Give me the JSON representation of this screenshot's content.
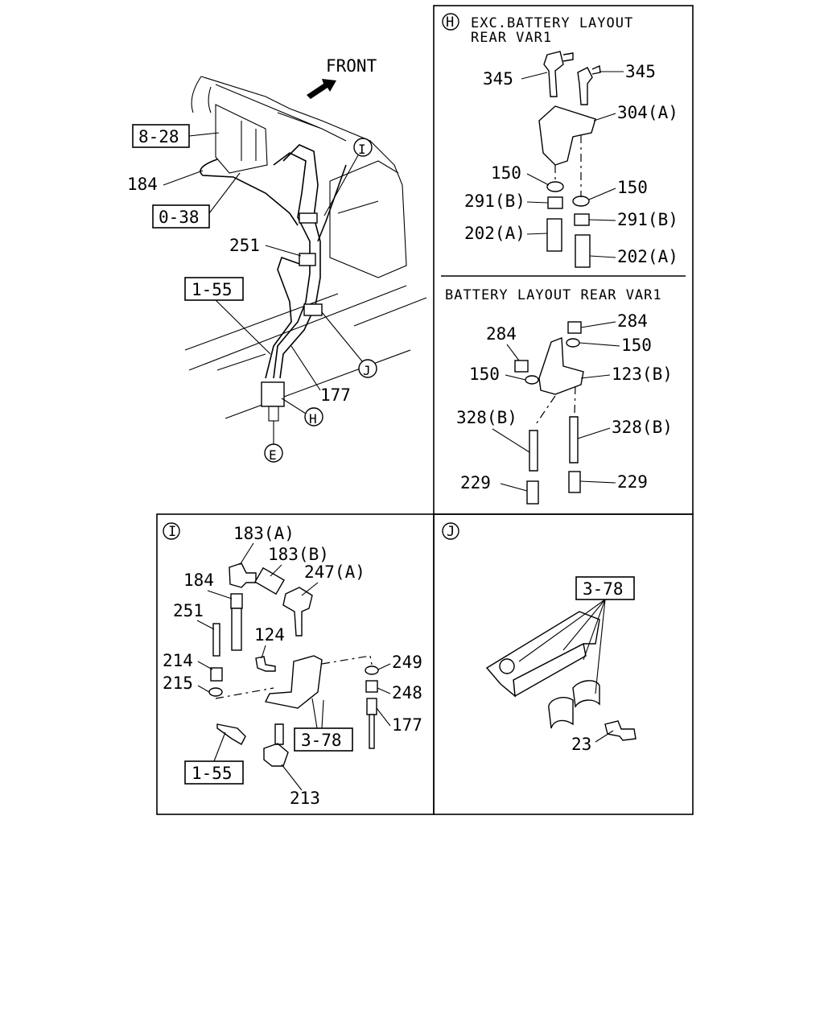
{
  "overview": {
    "front_label": "FRONT",
    "callouts": [
      {
        "id": "ov-8-28",
        "text": "8-28",
        "boxed": true
      },
      {
        "id": "ov-184",
        "text": "184",
        "boxed": false
      },
      {
        "id": "ov-0-38",
        "text": "0-38",
        "boxed": true
      },
      {
        "id": "ov-251",
        "text": "251",
        "boxed": false
      },
      {
        "id": "ov-1-55",
        "text": "1-55",
        "boxed": true
      },
      {
        "id": "ov-177",
        "text": "177",
        "boxed": false
      }
    ],
    "circle_refs": [
      "I",
      "J",
      "H",
      "E"
    ]
  },
  "panel_h": {
    "ref": "H",
    "title_line1": "EXC.BATTERY LAYOUT",
    "title_line2": "REAR VAR1",
    "labels": [
      "345",
      "345",
      "304(A)",
      "150",
      "150",
      "291(B)",
      "291(B)",
      "202(A)",
      "202(A)"
    ]
  },
  "panel_battery": {
    "title": "BATTERY LAYOUT REAR VAR1",
    "labels": [
      "284",
      "284",
      "150",
      "150",
      "123(B)",
      "328(B)",
      "328(B)",
      "229",
      "229"
    ]
  },
  "panel_i": {
    "ref": "I",
    "labels": [
      "183(A)",
      "183(B)",
      "184",
      "247(A)",
      "251",
      "124",
      "214",
      "249",
      "215",
      "248",
      "177",
      "3-78",
      "1-55",
      "213"
    ]
  },
  "panel_j": {
    "ref": "J",
    "labels": [
      "3-78",
      "23"
    ]
  }
}
